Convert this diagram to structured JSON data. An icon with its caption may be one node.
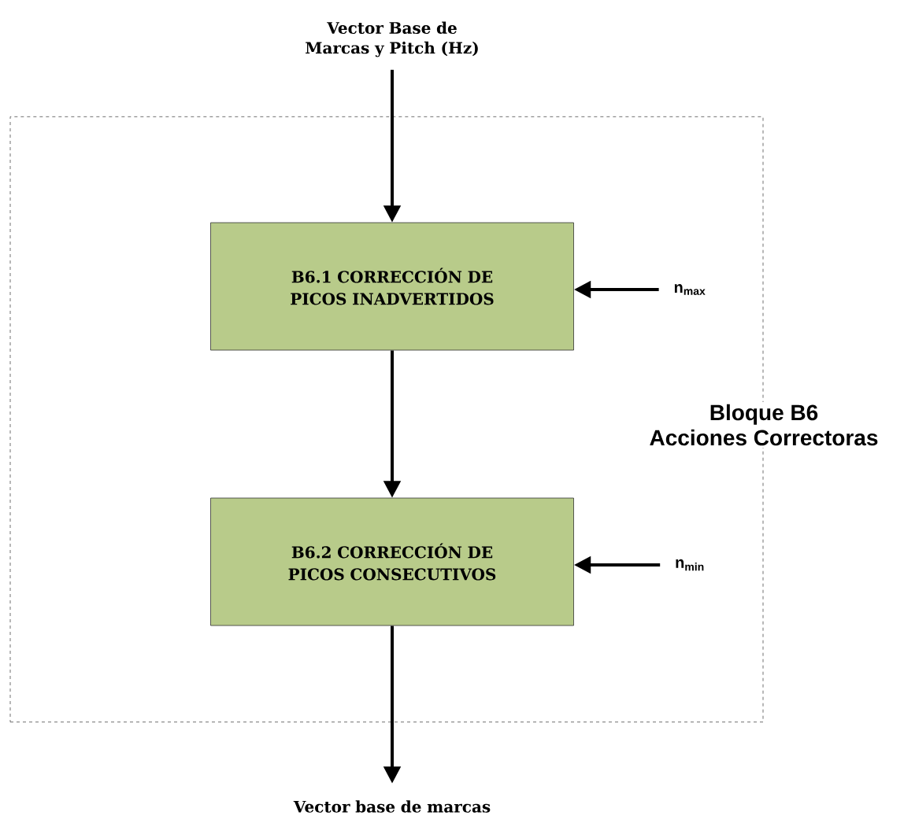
{
  "diagram": {
    "nodes": [
      {
        "text": [
          "Bloque B6",
          "Acciones Correctoras"
        ]
      },
      {
        "text": [
          "Vector Base de Marcas y Pitch (Hz)"
        ]
      },
      {
        "text": [
          "B6.1 CORRECCIÓN DE PICOS INADVERTIDOS"
        ],
        "in": 0
      },
      {
        "text": [
          "B6.2 CORRECCIÓN DE PICOS CONSECUTIVOS"
        ],
        "in": 0
      },
      {
        "text": [
          "n$_{max}$"
        ],
        "in": 0
      },
      {
        "text": [
          "n$_{min}$"
        ],
        "in": 0
      },
      {
        "text": [
          "Vector base de marcas"
        ]
      }
    ],
    "edges": [
      {
        "from": 1,
        "to": 2,
        "arrow": "to"
      },
      {
        "from": 4,
        "to": 2,
        "arrow": "to"
      },
      {
        "from": 2,
        "to": 3,
        "arrow": "to"
      },
      {
        "from": 5,
        "to": 3,
        "arrow": "to"
      },
      {
        "from": 3,
        "to": 6,
        "arrow": "to"
      }
    ]
  }
}
